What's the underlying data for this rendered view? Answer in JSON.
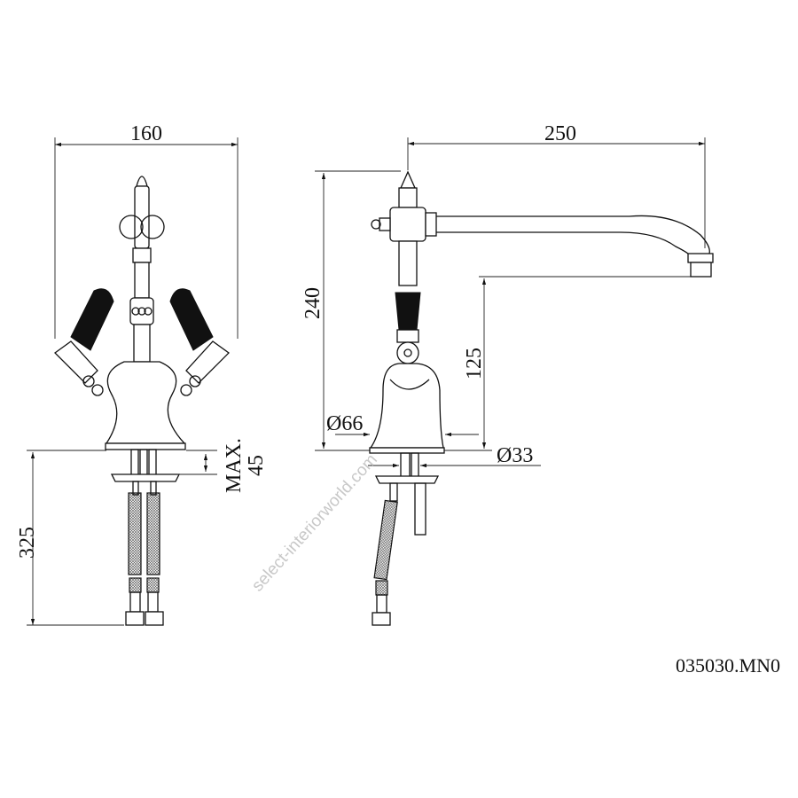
{
  "drawing": {
    "front_view": {
      "width_dim": "160",
      "height_below_dim": "325",
      "max_label": "MAX.",
      "max_value": "45"
    },
    "side_view": {
      "reach_dim": "250",
      "height_dim": "240",
      "spout_height_dim": "125",
      "base_diameter": "Ø66",
      "body_diameter": "Ø33"
    },
    "model_number": "035030.MN0",
    "watermark": "select-interiorworld.com"
  }
}
